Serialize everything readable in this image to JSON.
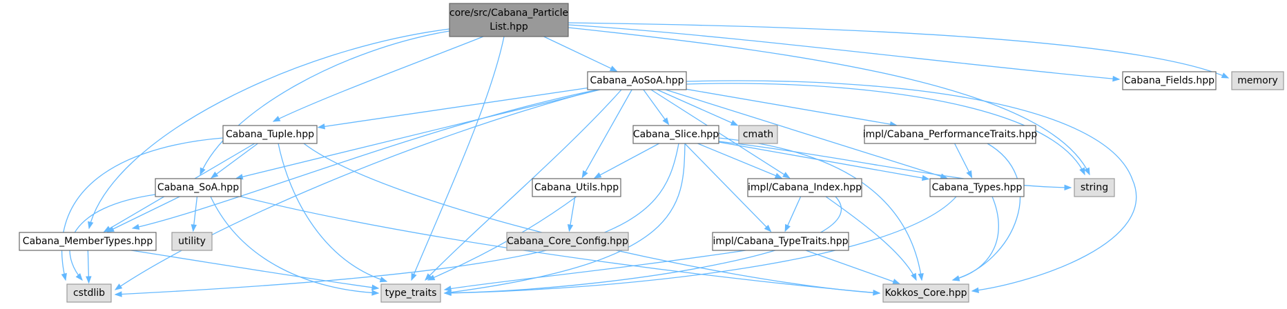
{
  "graph": {
    "nodes": [
      {
        "id": "particle_list",
        "kind": "root",
        "lines": [
          "core/src/Cabana_Particle",
          "List.hpp"
        ]
      },
      {
        "id": "aosoa",
        "kind": "internal",
        "lines": [
          "Cabana_AoSoA.hpp"
        ]
      },
      {
        "id": "fields",
        "kind": "internal",
        "lines": [
          "Cabana_Fields.hpp"
        ]
      },
      {
        "id": "memory",
        "kind": "external",
        "lines": [
          "memory"
        ]
      },
      {
        "id": "tuple",
        "kind": "internal",
        "lines": [
          "Cabana_Tuple.hpp"
        ]
      },
      {
        "id": "slice",
        "kind": "internal",
        "lines": [
          "Cabana_Slice.hpp"
        ]
      },
      {
        "id": "cmath",
        "kind": "external",
        "lines": [
          "cmath"
        ]
      },
      {
        "id": "perf_traits",
        "kind": "internal",
        "lines": [
          "impl/Cabana_PerformanceTraits.hpp"
        ]
      },
      {
        "id": "soa",
        "kind": "internal",
        "lines": [
          "Cabana_SoA.hpp"
        ]
      },
      {
        "id": "utils",
        "kind": "internal",
        "lines": [
          "Cabana_Utils.hpp"
        ]
      },
      {
        "id": "index",
        "kind": "internal",
        "lines": [
          "impl/Cabana_Index.hpp"
        ]
      },
      {
        "id": "types",
        "kind": "internal",
        "lines": [
          "Cabana_Types.hpp"
        ]
      },
      {
        "id": "string",
        "kind": "external",
        "lines": [
          "string"
        ]
      },
      {
        "id": "member_types",
        "kind": "internal",
        "lines": [
          "Cabana_MemberTypes.hpp"
        ]
      },
      {
        "id": "utility",
        "kind": "external",
        "lines": [
          "utility"
        ]
      },
      {
        "id": "core_config",
        "kind": "external",
        "lines": [
          "Cabana_Core_Config.hpp"
        ]
      },
      {
        "id": "type_traits_impl",
        "kind": "internal",
        "lines": [
          "impl/Cabana_TypeTraits.hpp"
        ]
      },
      {
        "id": "cstdlib",
        "kind": "external",
        "lines": [
          "cstdlib"
        ]
      },
      {
        "id": "type_traits",
        "kind": "external",
        "lines": [
          "type_traits"
        ]
      },
      {
        "id": "kokkos_core",
        "kind": "external",
        "lines": [
          "Kokkos_Core.hpp"
        ]
      }
    ],
    "edges": [
      [
        "particle_list",
        "aosoa"
      ],
      [
        "particle_list",
        "fields"
      ],
      [
        "particle_list",
        "memory"
      ],
      [
        "particle_list",
        "string"
      ],
      [
        "particle_list",
        "tuple"
      ],
      [
        "particle_list",
        "soa"
      ],
      [
        "particle_list",
        "member_types"
      ],
      [
        "particle_list",
        "type_traits"
      ],
      [
        "aosoa",
        "tuple"
      ],
      [
        "aosoa",
        "slice"
      ],
      [
        "aosoa",
        "cmath"
      ],
      [
        "aosoa",
        "perf_traits"
      ],
      [
        "aosoa",
        "soa"
      ],
      [
        "aosoa",
        "member_types"
      ],
      [
        "aosoa",
        "utils"
      ],
      [
        "aosoa",
        "index"
      ],
      [
        "aosoa",
        "types"
      ],
      [
        "aosoa",
        "string"
      ],
      [
        "aosoa",
        "kokkos_core"
      ],
      [
        "aosoa",
        "cstdlib"
      ],
      [
        "aosoa",
        "type_traits"
      ],
      [
        "tuple",
        "soa"
      ],
      [
        "tuple",
        "member_types"
      ],
      [
        "tuple",
        "cstdlib"
      ],
      [
        "tuple",
        "type_traits"
      ],
      [
        "tuple",
        "kokkos_core"
      ],
      [
        "slice",
        "utils"
      ],
      [
        "slice",
        "index"
      ],
      [
        "slice",
        "types"
      ],
      [
        "slice",
        "string"
      ],
      [
        "slice",
        "type_traits_impl"
      ],
      [
        "slice",
        "kokkos_core"
      ],
      [
        "slice",
        "cstdlib"
      ],
      [
        "slice",
        "type_traits"
      ],
      [
        "perf_traits",
        "types"
      ],
      [
        "perf_traits",
        "kokkos_core"
      ],
      [
        "soa",
        "member_types"
      ],
      [
        "soa",
        "utility"
      ],
      [
        "soa",
        "cstdlib"
      ],
      [
        "soa",
        "type_traits"
      ],
      [
        "soa",
        "kokkos_core"
      ],
      [
        "utils",
        "core_config"
      ],
      [
        "utils",
        "type_traits"
      ],
      [
        "index",
        "type_traits_impl"
      ],
      [
        "index",
        "kokkos_core"
      ],
      [
        "index",
        "type_traits"
      ],
      [
        "types",
        "kokkos_core"
      ],
      [
        "types",
        "type_traits"
      ],
      [
        "member_types",
        "cstdlib"
      ],
      [
        "member_types",
        "type_traits"
      ],
      [
        "type_traits_impl",
        "type_traits"
      ],
      [
        "type_traits_impl",
        "kokkos_core"
      ]
    ]
  }
}
